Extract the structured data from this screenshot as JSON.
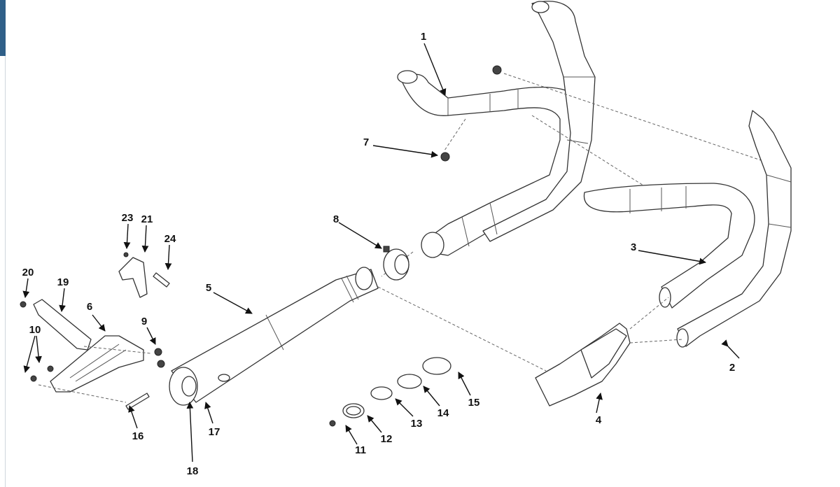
{
  "diagram": {
    "callouts": [
      {
        "id": "c1",
        "label": "1"
      },
      {
        "id": "c2",
        "label": "2"
      },
      {
        "id": "c3",
        "label": "3"
      },
      {
        "id": "c4",
        "label": "4"
      },
      {
        "id": "c5",
        "label": "5"
      },
      {
        "id": "c6",
        "label": "6"
      },
      {
        "id": "c7",
        "label": "7"
      },
      {
        "id": "c8",
        "label": "8"
      },
      {
        "id": "c9",
        "label": "9"
      },
      {
        "id": "c10",
        "label": "10"
      },
      {
        "id": "c11",
        "label": "11"
      },
      {
        "id": "c12",
        "label": "12"
      },
      {
        "id": "c13",
        "label": "13"
      },
      {
        "id": "c14",
        "label": "14"
      },
      {
        "id": "c15",
        "label": "15"
      },
      {
        "id": "c16",
        "label": "16"
      },
      {
        "id": "c17",
        "label": "17"
      },
      {
        "id": "c18",
        "label": "18"
      },
      {
        "id": "c19",
        "label": "19"
      },
      {
        "id": "c20",
        "label": "20"
      },
      {
        "id": "c21",
        "label": "21"
      },
      {
        "id": "c23",
        "label": "23"
      },
      {
        "id": "c24",
        "label": "24"
      }
    ],
    "colors": {
      "line": "#333333",
      "edge_bar": "#2f5f88",
      "background": "#ffffff"
    }
  }
}
